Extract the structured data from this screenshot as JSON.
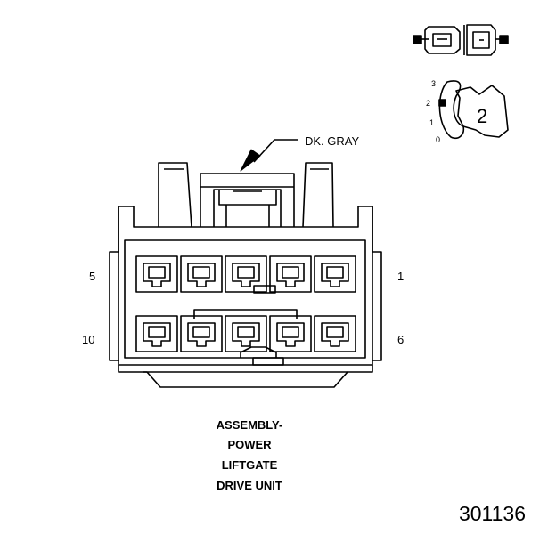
{
  "wire_color_label": "DK. GRAY",
  "pin_labels": {
    "top_left": "5",
    "top_right": "1",
    "bottom_left": "10",
    "bottom_right": "6"
  },
  "position_indicator": {
    "positions": [
      "3",
      "2",
      "1",
      "0"
    ],
    "selected": "2"
  },
  "caption": [
    "ASSEMBLY-",
    "POWER",
    "LIFTGATE",
    "DRIVE UNIT"
  ],
  "document_number": "301136",
  "colors": {
    "line": "#000000",
    "background": "#ffffff"
  }
}
